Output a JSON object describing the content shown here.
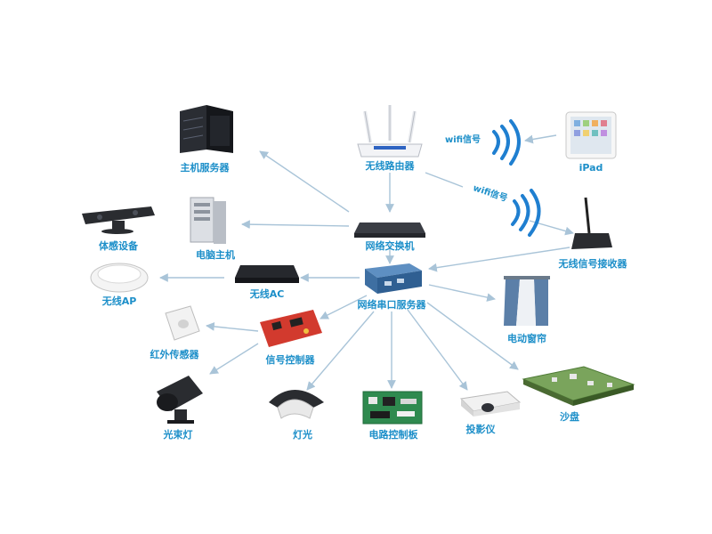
{
  "diagram": {
    "nodes": {
      "host_server": "主机服务器",
      "wireless_router": "无线路由器",
      "ipad": "iPad",
      "motion_sensing": "体感设备",
      "pc_host": "电脑主机",
      "network_switch": "网络交换机",
      "wireless_receiver": "无线信号接收器",
      "wireless_ap": "无线AP",
      "wireless_ac": "无线AC",
      "serial_server": "网络串口服务器",
      "electric_curtain": "电动窗帘",
      "ir_sensor": "红外传感器",
      "signal_controller": "信号控制器",
      "spotlight": "光束灯",
      "lighting": "灯光",
      "circuit_board": "电路控制板",
      "projector": "投影仪",
      "sand_table": "沙盘"
    },
    "wifi_labels": [
      "wifi信号",
      "wifi信号"
    ]
  }
}
